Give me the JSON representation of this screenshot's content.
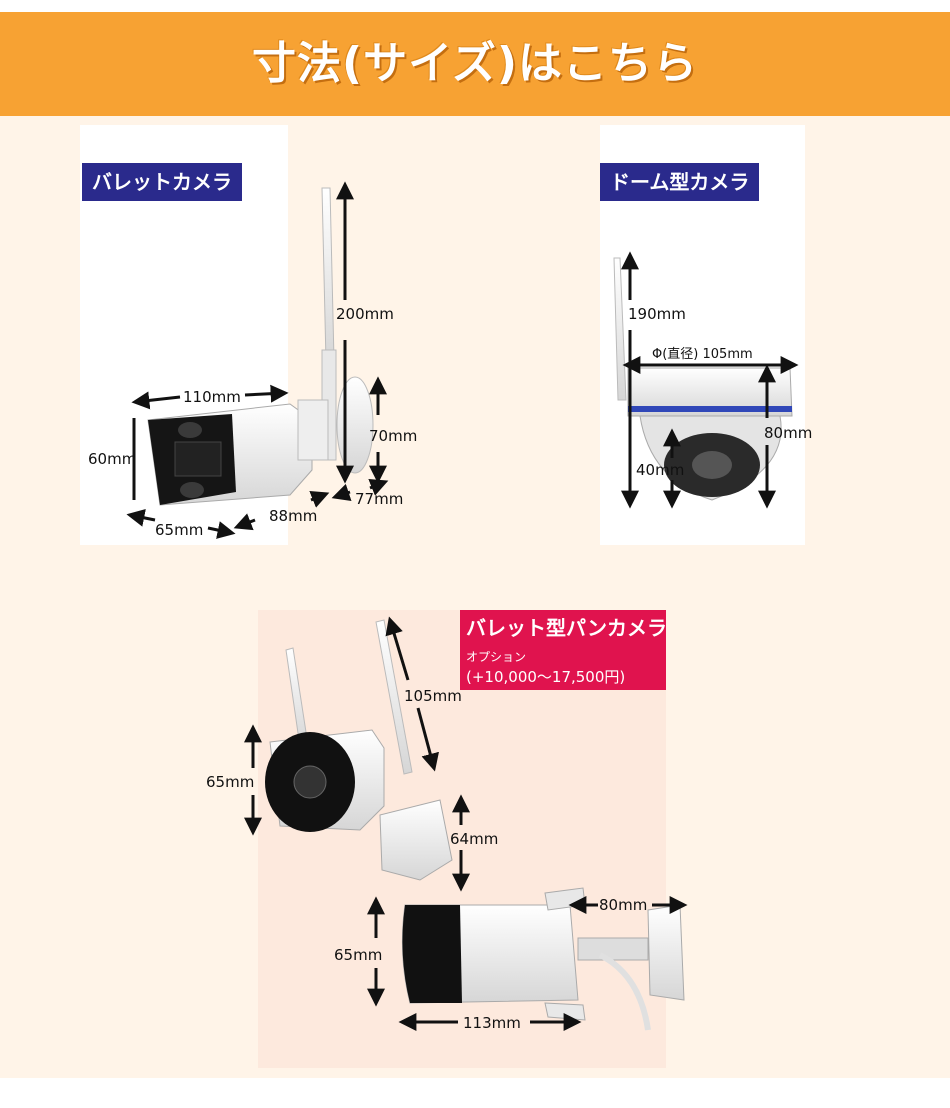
{
  "header": {
    "title": "寸法(サイズ)はこちら"
  },
  "bullet_camera": {
    "label": "バレットカメラ",
    "dims": {
      "width": "110mm",
      "height": "60mm",
      "antenna": "200mm",
      "mount_height": "70mm",
      "d1": "77mm",
      "d2": "88mm",
      "d3": "65mm"
    }
  },
  "dome_camera": {
    "label": "ドーム型カメラ",
    "dims": {
      "total_height": "190mm",
      "diameter": "Φ(直径) 105mm",
      "dome_height": "80mm",
      "lens_height": "40mm"
    }
  },
  "pan_camera": {
    "label": "バレット型パンカメラ",
    "option_label": "オプション",
    "price": "(+10,000～17,500円)",
    "dims": {
      "antenna": "105mm",
      "front_height": "65mm",
      "mount_height": "64mm",
      "side_height": "65mm",
      "length": "113mm",
      "mount_depth": "80mm"
    }
  },
  "colors": {
    "banner": "#f7a233",
    "navy_label": "#2a2a8c",
    "pink_label": "#e0134e",
    "background": "#fff4e8"
  }
}
